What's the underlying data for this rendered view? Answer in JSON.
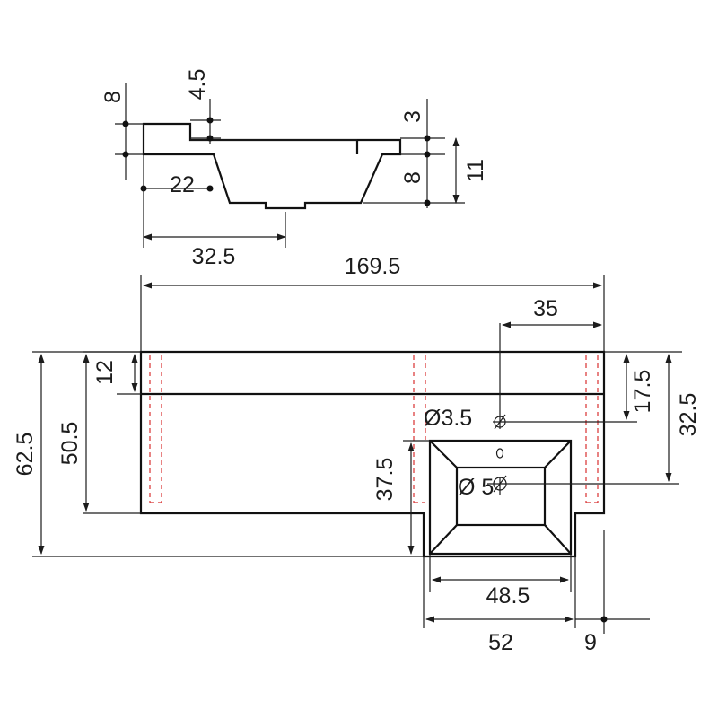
{
  "diagram": {
    "labels": {
      "side_8_top": "8",
      "side_4_5": "4.5",
      "side_3": "3",
      "side_22": "22",
      "side_8_right": "8",
      "side_11": "11",
      "side_32_5": "32.5",
      "overall_169_5": "169.5",
      "dist_35": "35",
      "depth_12": "12",
      "depth_50_5": "50.5",
      "depth_62_5": "62.5",
      "depth_17_5": "17.5",
      "depth_32_5": "32.5",
      "hole_3_5": "Ø3.5",
      "hole_5": "Ø 5",
      "bowl_37_5": "37.5",
      "bowl_48_5": "48.5",
      "bowl_52": "52",
      "edge_9": "9"
    }
  }
}
